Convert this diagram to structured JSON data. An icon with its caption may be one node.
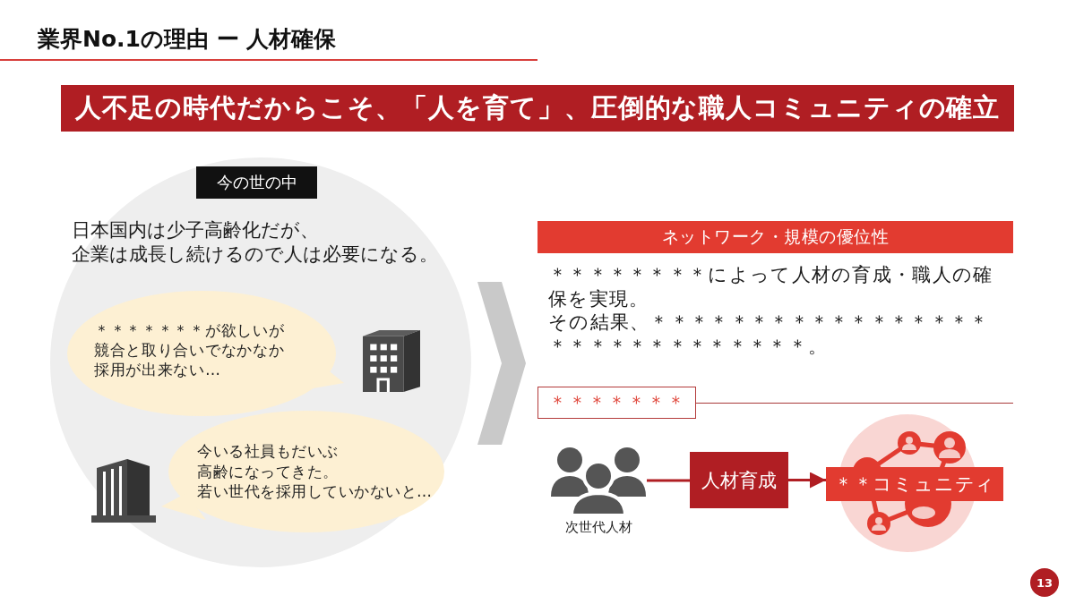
{
  "diagram": {
    "title": "業界No.1の理由 ー 人材確保",
    "nodes": [
      {
        "text": [
          "人不足の時代だからこそ、「人を育て」、圧倒的な職人コミュニティの確立"
        ]
      },
      {
        "text": [
          "日本国内は少子高齢化だが、企業は成長し続けるので人は必要になる。"
        ]
      },
      {
        "text": [
          "今の世の中"
        ],
        "in": 1
      },
      {
        "text": [
          "＊＊＊＊＊＊＊が欲しいが競合と取り合いでなかなか採用が出来ない…"
        ],
        "in": 1
      },
      {
        "text": [
          "今いる社員もだいぶ高齢になってきた。若い世代を採用していかないと…"
        ],
        "in": 1
      },
      {
        "text": [
          "ネットワーク・規模の優位性"
        ]
      },
      {
        "text": [
          "＊＊＊＊＊＊＊"
        ]
      },
      {
        "text": [],
        "shape": "person",
        "beside": [
          "次世代人材"
        ]
      },
      {
        "text": [
          "人材育成"
        ]
      },
      {
        "text": [
          "＊＊コミュニティ"
        ]
      }
    ],
    "edges": [
      {
        "from": 1,
        "to": null,
        "arrow": "to",
        "style": "thick",
        "color": "#c9c9c9"
      },
      {
        "from": 7,
        "to": 8,
        "arrow": "none"
      },
      {
        "from": 8,
        "to": 9,
        "arrow": "to"
      }
    ],
    "labels": [
      "＊＊＊＊＊＊＊＊によって人材の育成・職人の確保を実現。",
      "その結果、＊＊＊＊＊＊＊＊＊＊＊＊＊＊＊＊＊＊＊＊＊＊＊＊＊＊＊＊＊＊。",
      "13"
    ]
  }
}
